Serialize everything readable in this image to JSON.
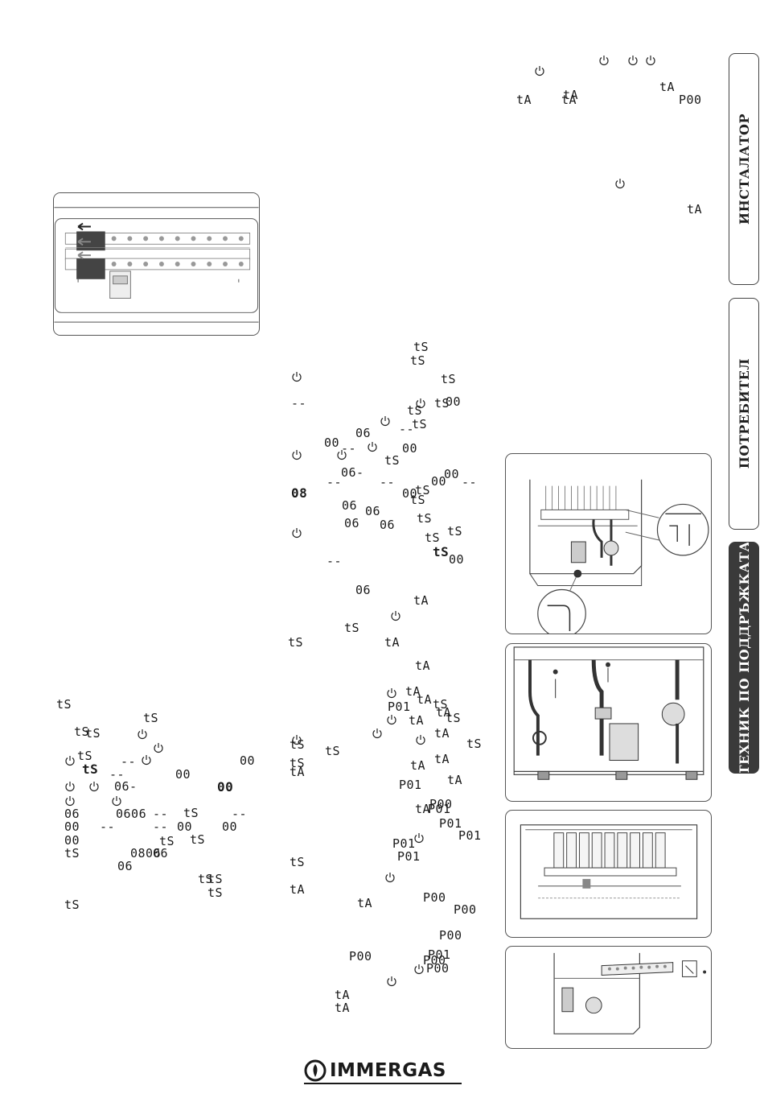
{
  "side_tabs": [
    {
      "label": "ИНСТАЛАТОР"
    },
    {
      "label": "ПОТРЕБИТЕЛ"
    },
    {
      "label": "ТЕХНИК ПО ПОДДРЪЖКАТА"
    }
  ],
  "logo": {
    "text": "IMMERGAS"
  },
  "display_codes": {
    "ts": "tS",
    "ta": "tA",
    "p00": "P00",
    "p01": "P01",
    "c06": "06",
    "c00": "00",
    "c08": "08",
    "dash": "--",
    "c06d": "06-",
    "c0806": "0806",
    "c0606": "0606"
  },
  "colors": {
    "text": "#1a1a1a",
    "active_tab": "#3a3a3a"
  }
}
